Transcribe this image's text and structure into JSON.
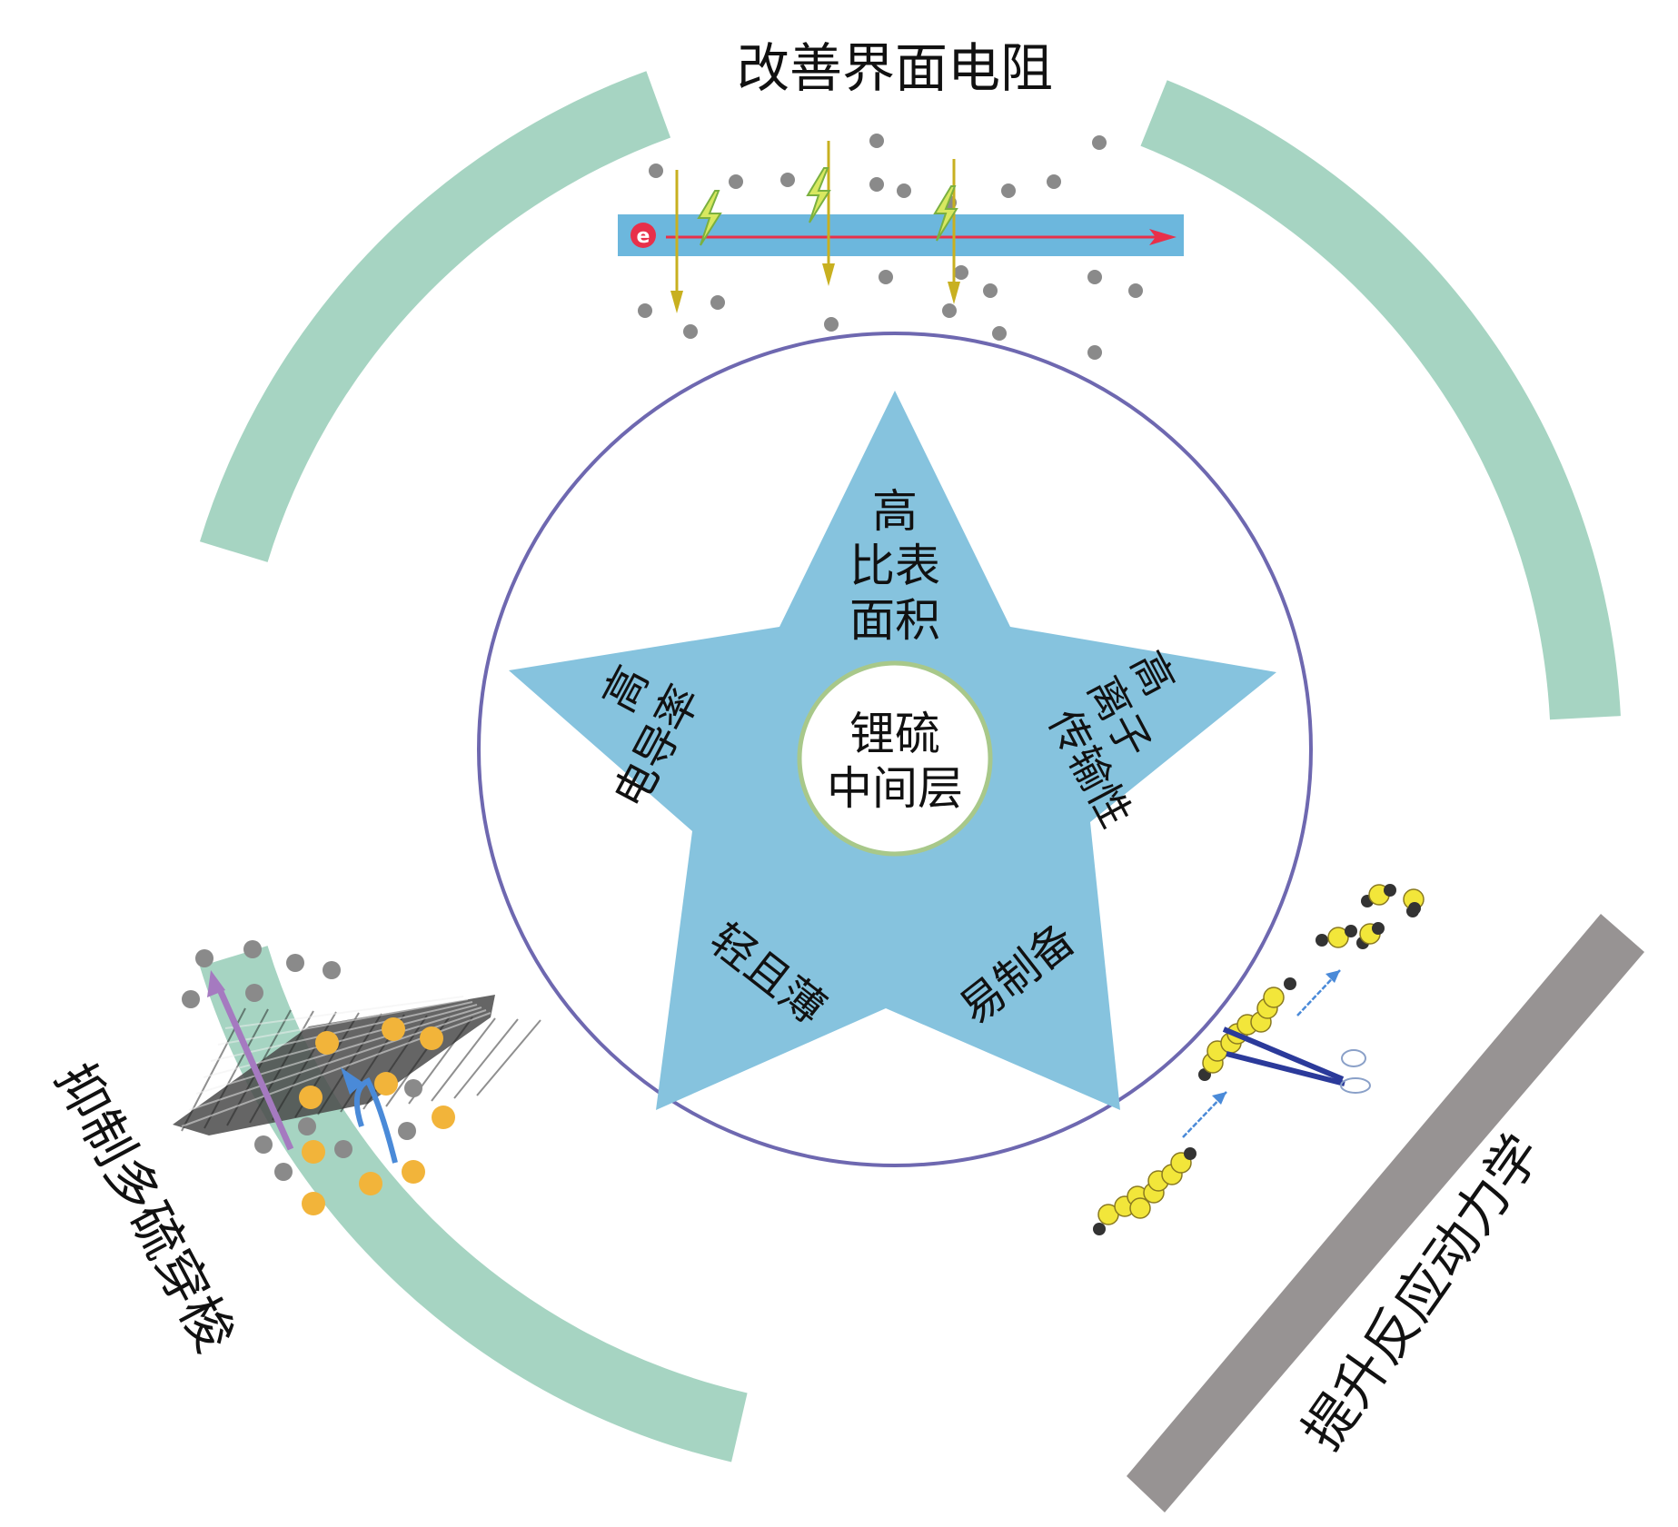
{
  "title_top": "改善界面电阻",
  "title_left": "抑制多硫穿梭",
  "title_right": "提升反应动力学",
  "center": {
    "line1": "锂硫",
    "line2": "中间层"
  },
  "star_points": [
    {
      "id": "top",
      "lines": [
        "高",
        "比表",
        "面积"
      ]
    },
    {
      "id": "left",
      "lines": [
        "高",
        "电导率"
      ]
    },
    {
      "id": "right",
      "lines": [
        "高",
        "离子",
        "传输性"
      ]
    },
    {
      "id": "bottom-left",
      "lines": [
        "轻且薄"
      ]
    },
    {
      "id": "bottom-right",
      "lines": [
        "易制备"
      ]
    }
  ],
  "electron_label": "e",
  "colors": {
    "arc": "#a6d4c2",
    "star": "#86c3de",
    "ring": "#6e68b0",
    "inner_ring": "#a8c88a",
    "bar": "#6cb7dd",
    "electron": "#e8304a",
    "arrow_red": "#e8304a",
    "arrow_gold": "#c8b020",
    "dot_gray": "#8a8a8a",
    "dot_orange": "#f2b43a",
    "sulfur_yellow": "#f2e63a",
    "li_dark": "#333333",
    "separator": "#979393",
    "purple_arrow": "#a57ac0",
    "blue_arrow": "#4a8ad8"
  }
}
